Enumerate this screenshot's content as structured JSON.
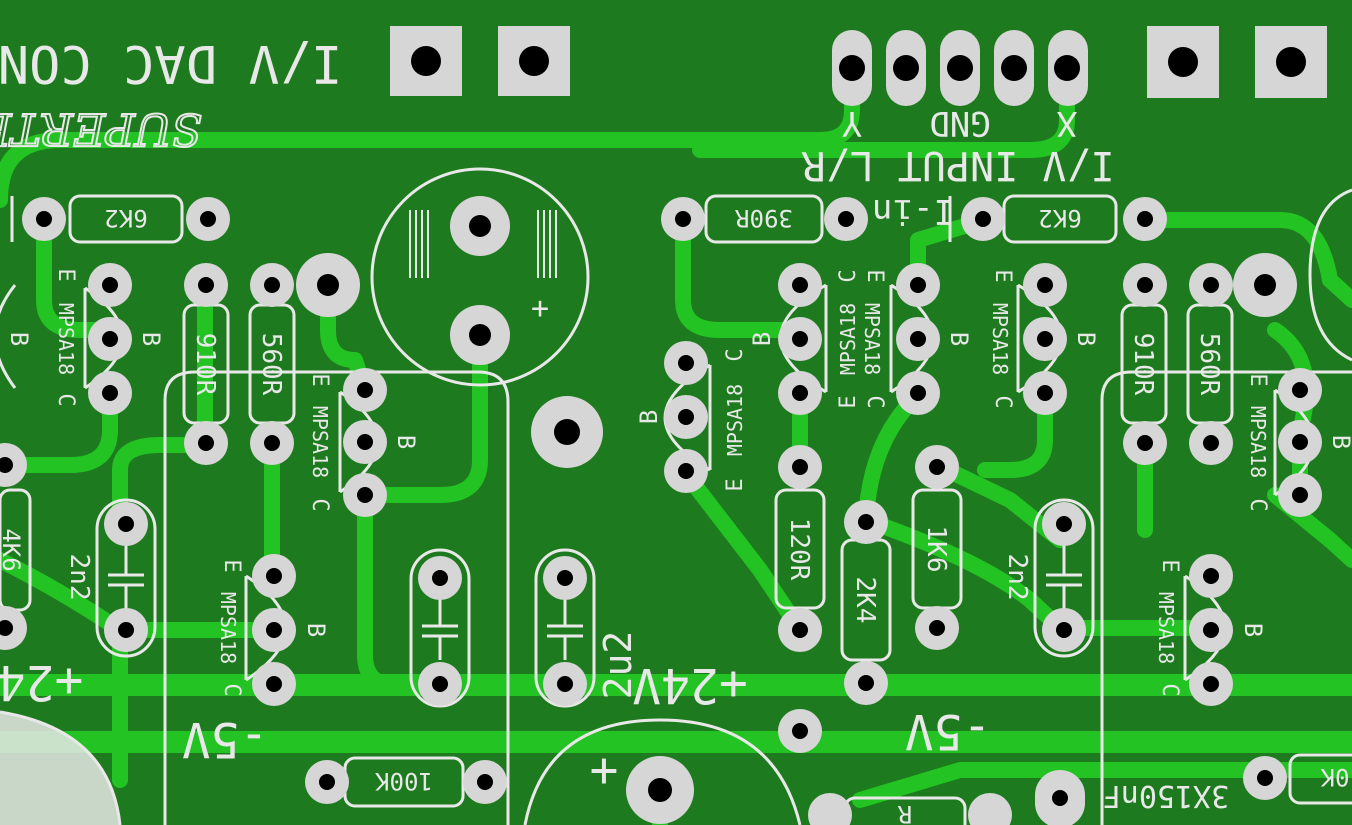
{
  "board": {
    "background": "#1e7a1e",
    "trace_color": "#22c322",
    "silk_color": "#e8e8e8",
    "pad_color": "#d6d6d6",
    "title": "I/V DAC CON",
    "logo_text": "SUPERTEX"
  },
  "labels": {
    "input": "I/V INPUT L/R",
    "pin_y": "Y",
    "pin_gnd": "GND",
    "pin_x": "X",
    "i_in": "I-in",
    "plus24_left": "+24",
    "plus24_mid": "+24V",
    "minus5_left": "-5V",
    "minus5_right": "-5V",
    "cap_3x150": "3X150nF"
  },
  "resistors": {
    "r6k2_left": "6K2",
    "r6k2_right": "6K2",
    "r390": "390R",
    "r910_left": "910R",
    "r560_left": "560R",
    "r910_right": "910R",
    "r560_right": "560R",
    "r120": "120R",
    "r2k4": "2K4",
    "r1k6": "1K6",
    "r100k": "100K",
    "r_partial_right": "0K",
    "r_bottom_mid": "R",
    "r_left_edge": "4K6"
  },
  "capacitors": {
    "c2n2_left": "2n2",
    "c2n2_right": "2n2",
    "c2u2": "2u2",
    "elec_plus": "+"
  },
  "transistors": {
    "part": "MPSA18",
    "pin_e": "E",
    "pin_b": "B",
    "pin_c": "C"
  }
}
